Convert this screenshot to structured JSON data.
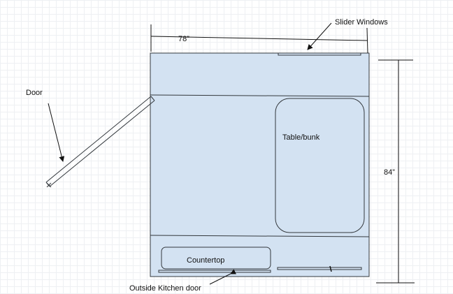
{
  "colors": {
    "room_fill": "#d3e2f2",
    "stroke": "#33383d",
    "text": "#111111"
  },
  "labels": {
    "width_dimension": "78”",
    "height_dimension": "84”",
    "slider_windows": "Slider Windows",
    "door": "Door",
    "table_bunk": "Table/bunk",
    "countertop": "Countertop",
    "outside_kitchen_door": "Outside Kitchen door"
  }
}
